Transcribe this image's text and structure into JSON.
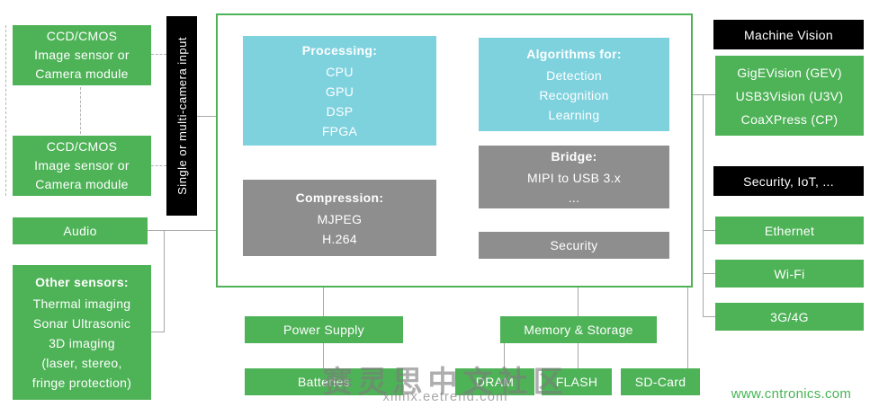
{
  "colors": {
    "green": "#4eb257",
    "cyan": "#7ed2de",
    "gray": "#8e8e8e",
    "black": "#000000",
    "line": "#a8a8a8",
    "brand": "#45b554"
  },
  "left": {
    "camera1": {
      "lines": [
        "CCD/CMOS",
        "Image sensor or",
        "Camera module"
      ]
    },
    "camera2": {
      "lines": [
        "CCD/CMOS",
        "Image sensor or",
        "Camera module"
      ]
    },
    "audio": "Audio",
    "other_sensors": {
      "title": "Other sensors:",
      "lines": [
        "Thermal imaging",
        "Sonar Ultrasonic",
        "3D imaging",
        "(laser, stereo,",
        "fringe protection)"
      ]
    }
  },
  "input_bar": "Single or multi-camera input",
  "center": {
    "processing": {
      "title": "Processing:",
      "items": [
        "CPU",
        "GPU",
        "DSP",
        "FPGA"
      ]
    },
    "compression": {
      "title": "Compression:",
      "items": [
        "MJPEG",
        "H.264"
      ]
    },
    "algorithms": {
      "title": "Algorithms for:",
      "items": [
        "Detection",
        "Recognition",
        "Learning"
      ]
    },
    "bridge": {
      "title": "Bridge:",
      "items": [
        "MIPI to USB 3.x",
        "..."
      ]
    },
    "security": "Security"
  },
  "right": {
    "machine_vision": "Machine Vision",
    "protocols": [
      "GigEVision (GEV)",
      "USB3Vision (U3V)",
      "CoaXPress (CP)"
    ],
    "security_iot": "Security, IoT, ...",
    "ethernet": "Ethernet",
    "wifi": "Wi-Fi",
    "cellular": "3G/4G"
  },
  "bottom": {
    "power_supply": "Power Supply",
    "batteries": "Batteries",
    "memory_storage": "Memory & Storage",
    "dram": "DRAM",
    "flash": "FLASH",
    "sd_card": "SD-Card"
  },
  "watermark": {
    "cn": "赛灵思中文社区",
    "site": "xilinx.eetrend.com",
    "brand": "www.cntronics.com"
  }
}
